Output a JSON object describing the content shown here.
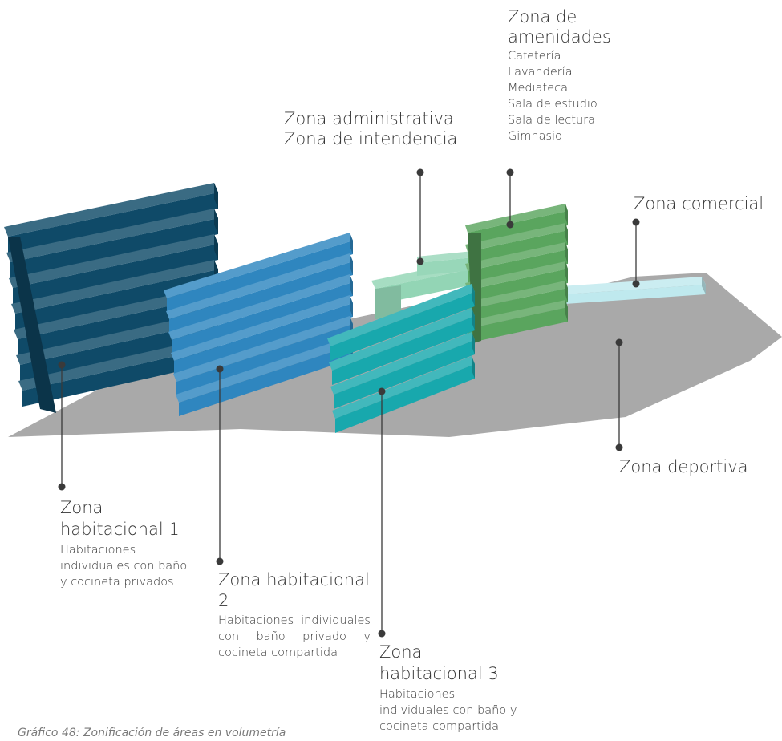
{
  "labels": {
    "amenidades": {
      "title": "Zona de amenidades",
      "items": [
        "Cafetería",
        "Lavandería",
        "Mediateca",
        "Sala de estudio",
        "Sala de lectura",
        "Gimnasio"
      ]
    },
    "administrativa": {
      "line1": "Zona administrativa",
      "line2": "Zona de intendencia"
    },
    "comercial": {
      "title": "Zona comercial"
    },
    "deportiva": {
      "title": "Zona deportiva"
    },
    "habitacional_1": {
      "title": "Zona habitacional 1",
      "description": "Habitaciones individuales con baño y cocineta privados"
    },
    "habitacional_2": {
      "title": "Zona habitacional 2",
      "description": "Habitaciones individuales con baño privado y cocineta compartida"
    },
    "habitacional_3": {
      "title": "Zona habitacional 3",
      "description": "Habitaciones individuales con baño y cocineta compartida"
    }
  },
  "caption": "Gráfico 48: Zonificación de áreas en volumetría",
  "colors": {
    "ground": "#a9a9a9",
    "habitacional_1": "#0f4a68",
    "habitacional_2": "#2f86bf",
    "habitacional_3": "#18a8ad",
    "administrativa": "#93d5b5",
    "amenidades": "#5aa55e",
    "comercial": "#bfe9ee",
    "leader": "#3a3a3a"
  }
}
